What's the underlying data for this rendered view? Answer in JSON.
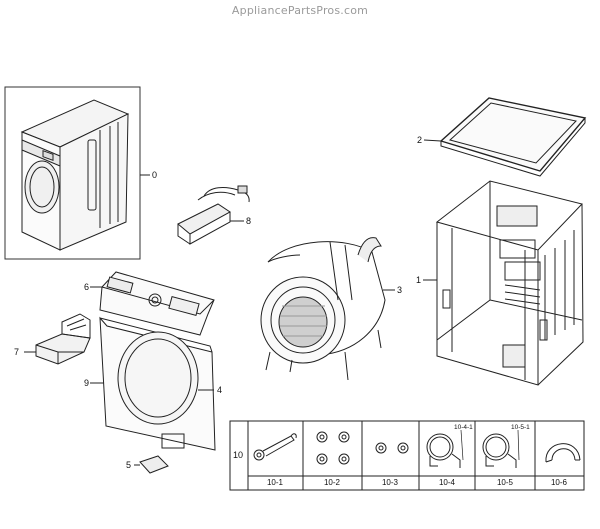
{
  "watermark": "AppliancePartsPros.com",
  "callouts": {
    "c0": "0",
    "c1": "1",
    "c2": "2",
    "c3": "3",
    "c4": "4",
    "c5": "5",
    "c6": "6",
    "c7": "7",
    "c8": "8",
    "c9": "9",
    "c10": "10"
  },
  "accessories": {
    "a1": "10-1",
    "a2": "10-2",
    "a3": "10-3",
    "a4": "10-4",
    "a5": "10-5",
    "a6": "10-6",
    "sub4": "10-4-1",
    "sub5": "10-5-1"
  }
}
